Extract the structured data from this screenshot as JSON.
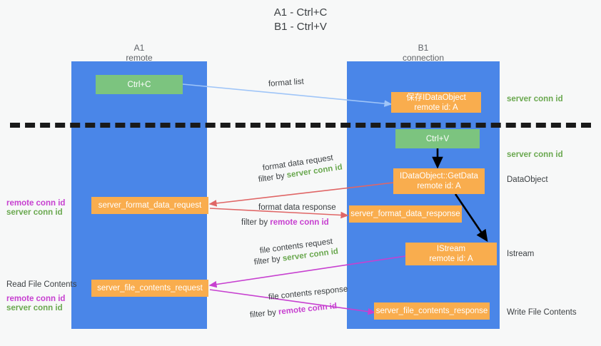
{
  "title": {
    "line1": "A1 - Ctrl+C",
    "line2": "B1 - Ctrl+V"
  },
  "lanes": [
    {
      "name": "A1",
      "sub": "remote"
    },
    {
      "name": "B1",
      "sub": "connection"
    }
  ],
  "nodes": {
    "ctrl_c": {
      "label": "Ctrl+C"
    },
    "save_idataobject": {
      "line1": "保存IDataObject",
      "line2": "remote id: A"
    },
    "ctrl_v": {
      "label": "Ctrl+V"
    },
    "getdata": {
      "line1": "IDataObject::GetData",
      "line2": "remote id: A"
    },
    "istream": {
      "line1": "IStream",
      "line2": "remote id: A"
    },
    "server_format_data_request": {
      "label": "server_format_data_request"
    },
    "server_format_data_response": {
      "label": "server_format_data_response"
    },
    "server_file_contents_request": {
      "label": "server_file_contents_request"
    },
    "server_file_contents_response": {
      "label": "server_file_contents_response"
    }
  },
  "edge_labels": {
    "format_list": "format list",
    "format_data_request": "format data request",
    "format_data_request_filter_prefix": "filter by ",
    "format_data_request_filter_value": "server conn id",
    "format_data_response": "format data response",
    "format_data_response_filter_prefix": "filter by ",
    "format_data_response_filter_value": "remote conn id",
    "file_contents_request": "file contents request",
    "file_contents_request_filter_prefix": "filter by ",
    "file_contents_request_filter_value": "server conn id",
    "file_contents_response": "file contents response",
    "file_contents_response_filter_prefix": "filter by ",
    "file_contents_response_filter_value": "remote conn id"
  },
  "side_labels": {
    "right_server_conn_id_top": "server conn id",
    "right_server_conn_id_mid": "server conn id",
    "right_dataobject": "DataObject",
    "right_istream": "Istream",
    "right_write_file_contents": "Write File Contents",
    "left_remote_conn_id_upper": "remote conn id",
    "left_server_conn_id_upper": "server conn id",
    "left_read_file_contents": "Read File Contents",
    "left_remote_conn_id_lower": "remote conn id",
    "left_server_conn_id_lower": "server conn id"
  },
  "colors": {
    "lane": "#4a86e8",
    "green_box": "#7cc47f",
    "orange_box": "#f9ad4e",
    "green_text": "#6aa84f",
    "purple_text": "#c740d0",
    "red_arrow": "#e06666",
    "magenta_arrow": "#c740d0",
    "lightblue_arrow": "#9fc5f8",
    "black_arrow": "#000000",
    "background": "#f7f8f8"
  }
}
